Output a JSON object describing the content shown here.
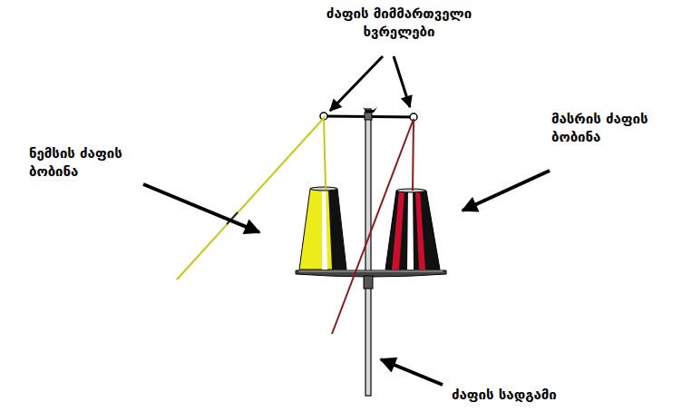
{
  "diagram": {
    "labels": [
      "ძაფის მიმმართველი ხვრელები",
      "ნემსის ძაფის ბობინა",
      "მასრის ძაფის ბობინა",
      "ძაფის სადგამი"
    ]
  }
}
